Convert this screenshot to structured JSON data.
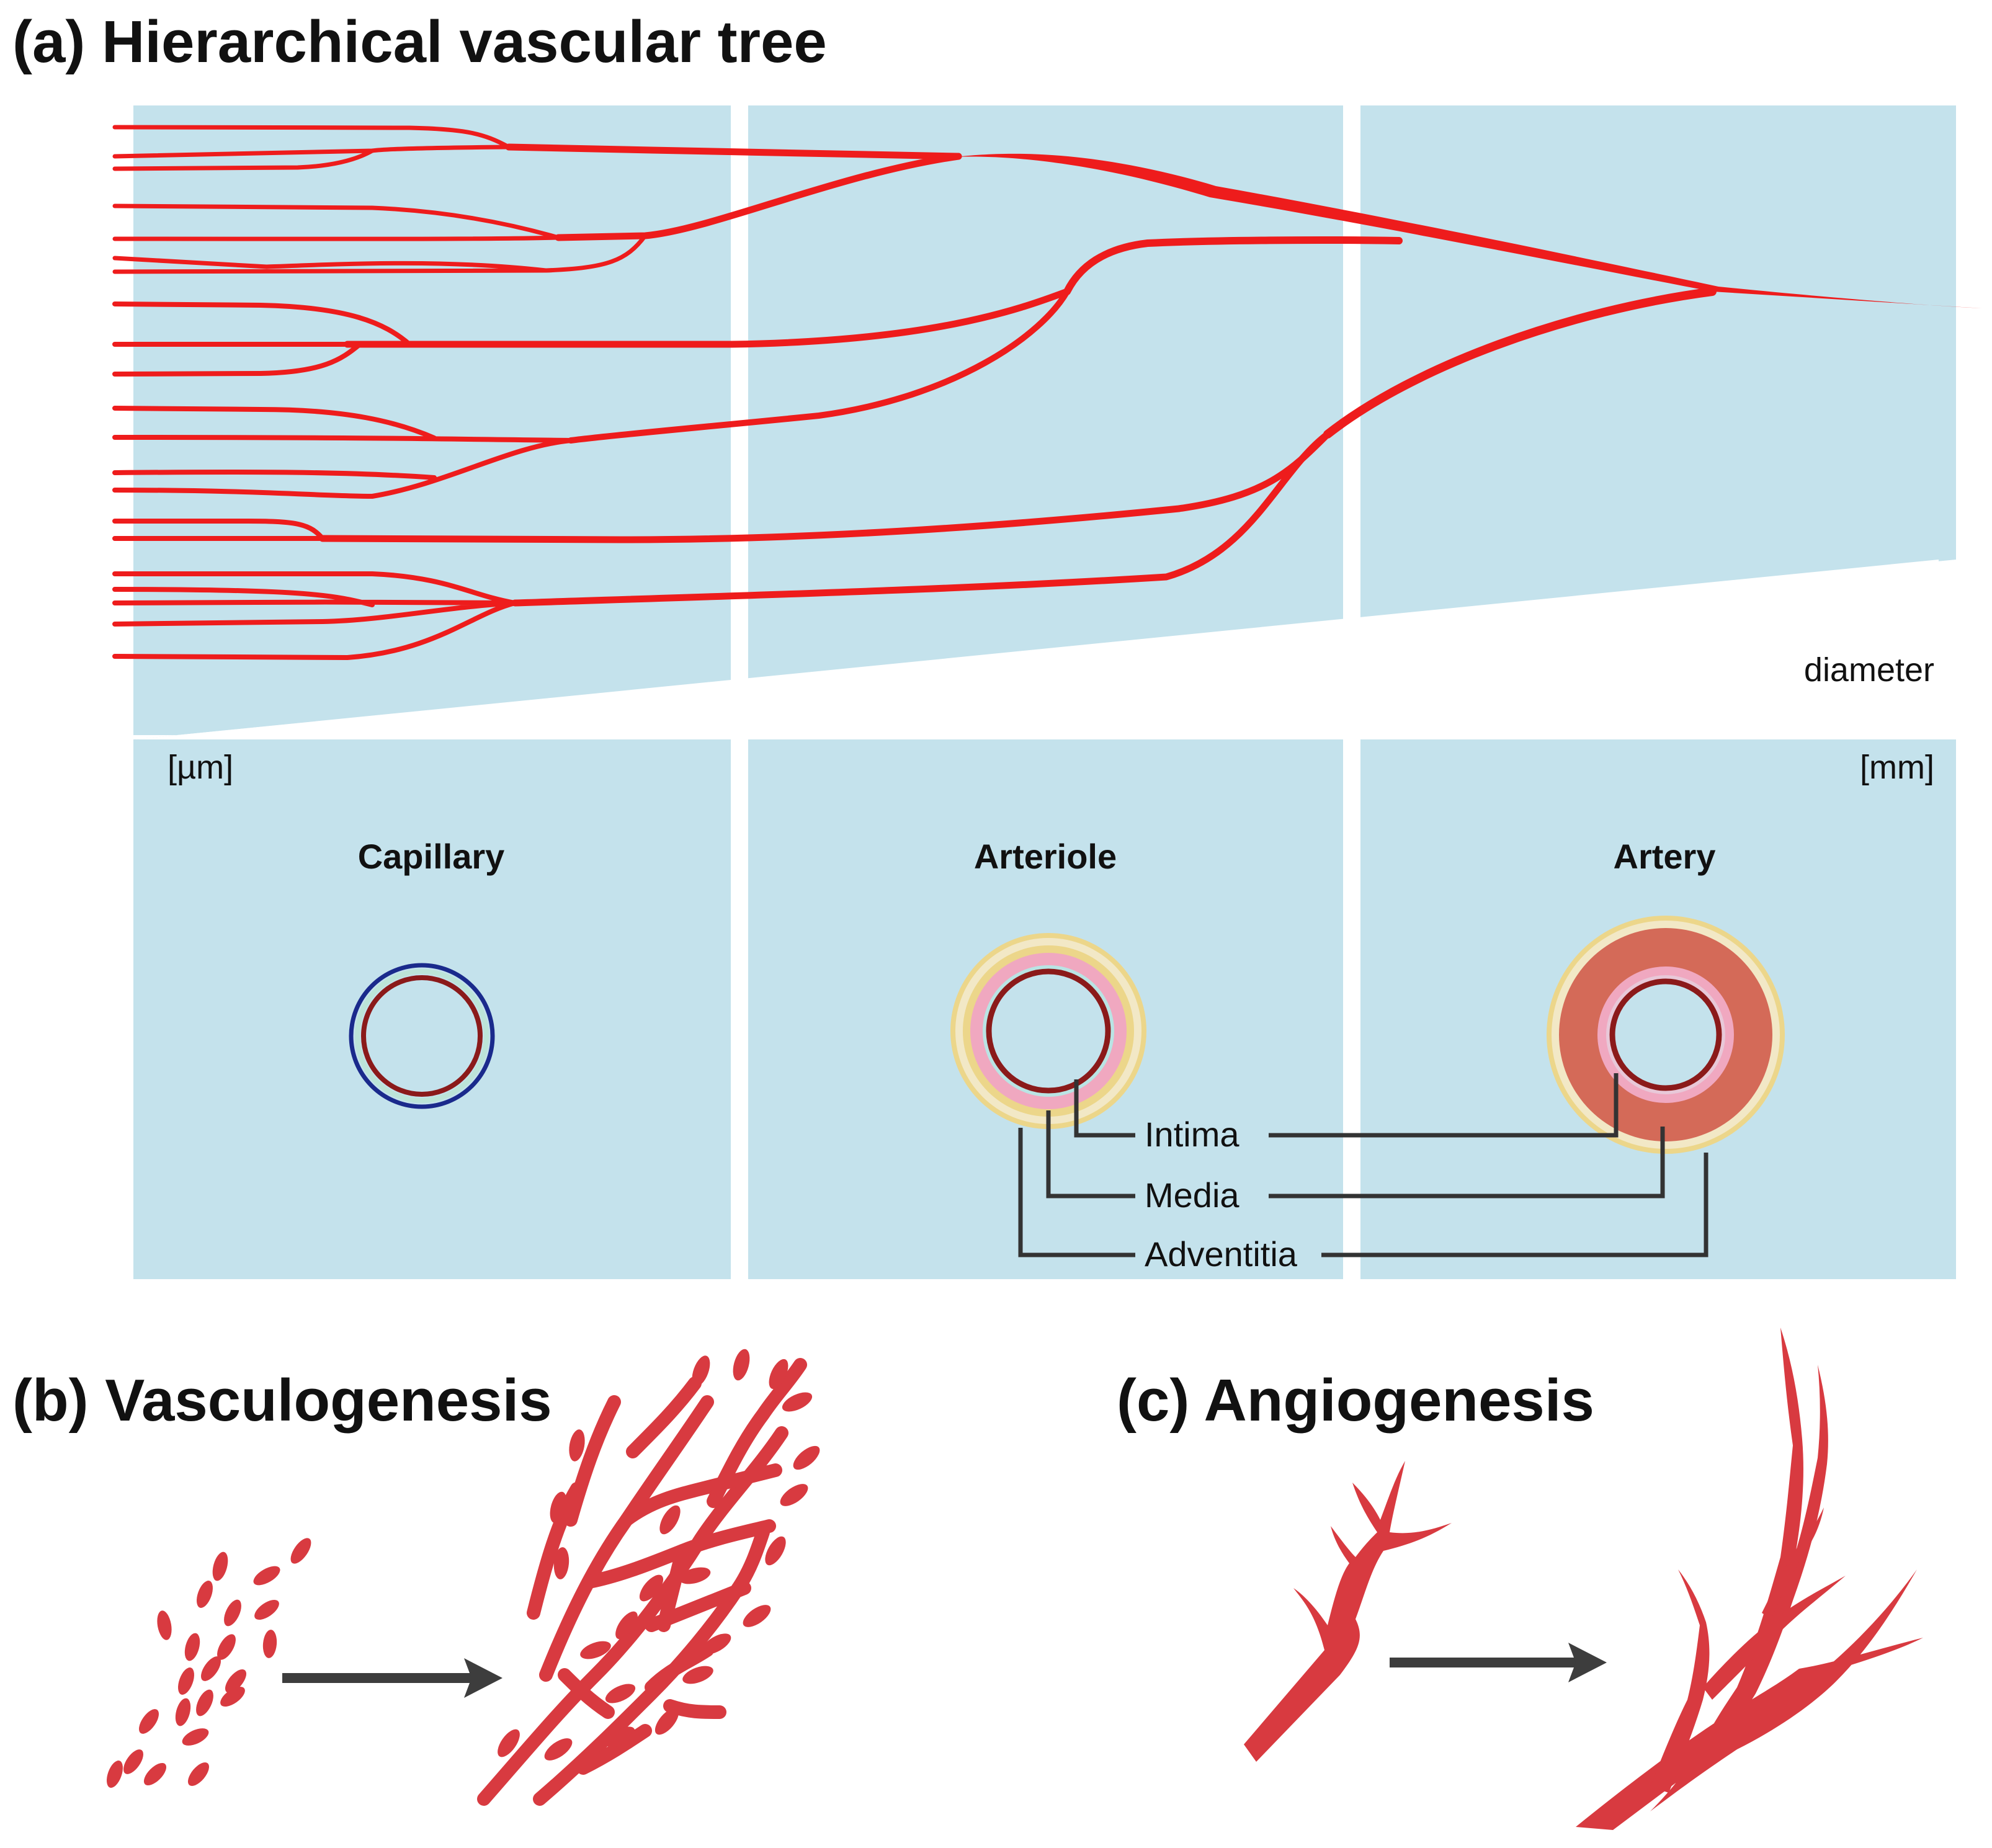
{
  "panel_a": {
    "heading": "(a)  Hierarchical vascular tree",
    "diameter_label": "diameter",
    "unit_small": "[µm]",
    "unit_large": "[mm]",
    "vessels": [
      "Capillary",
      "Arteriole",
      "Artery"
    ],
    "layers": [
      "Intima",
      "Media",
      "Adventitia"
    ]
  },
  "panel_b": {
    "heading": "(b)   Vasculogenesis"
  },
  "panel_c": {
    "heading": "(c)  Angiogenesis"
  },
  "colors": {
    "panel_bg": "#c4e2ec",
    "vessel_red": "#ee1c1c",
    "cell_red": "#d83a40",
    "intima": "#8b1a1a",
    "media_arteriole": "#f0a8c0",
    "media_artery": "#d46a58",
    "adventitia": "#ecd68a",
    "capillary_wall": "#1a2a8c",
    "arrow": "#3d3d3d"
  }
}
